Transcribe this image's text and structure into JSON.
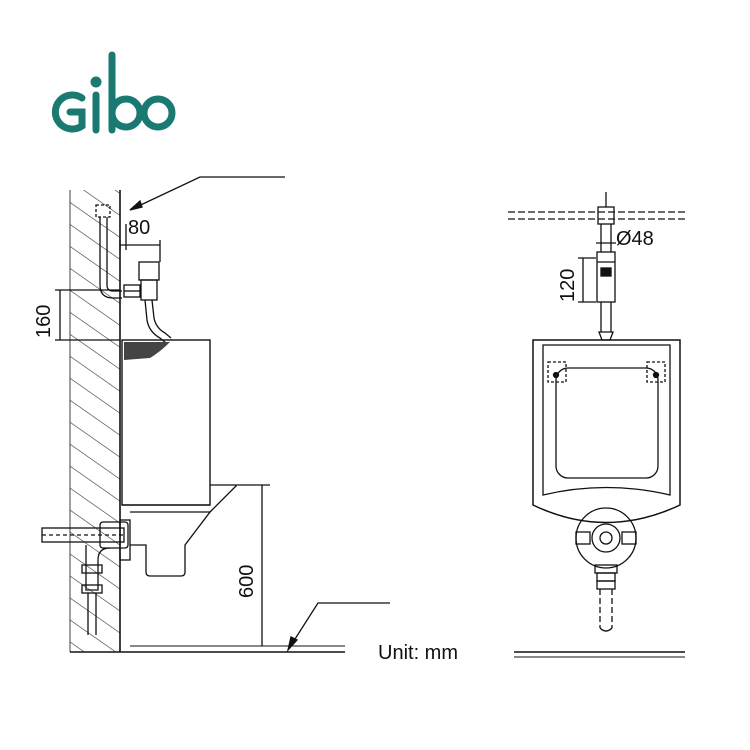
{
  "brand": {
    "logo_text": "gibo",
    "logo_color": "#1a7a72"
  },
  "dimensions": {
    "flush_width": "80",
    "pipe_height": "160",
    "mount_height": "600",
    "pipe_diameter": "Ø48",
    "valve_height": "120"
  },
  "unit_label": "Unit: mm",
  "colors": {
    "line": "#111111",
    "hatch": "#333333"
  }
}
